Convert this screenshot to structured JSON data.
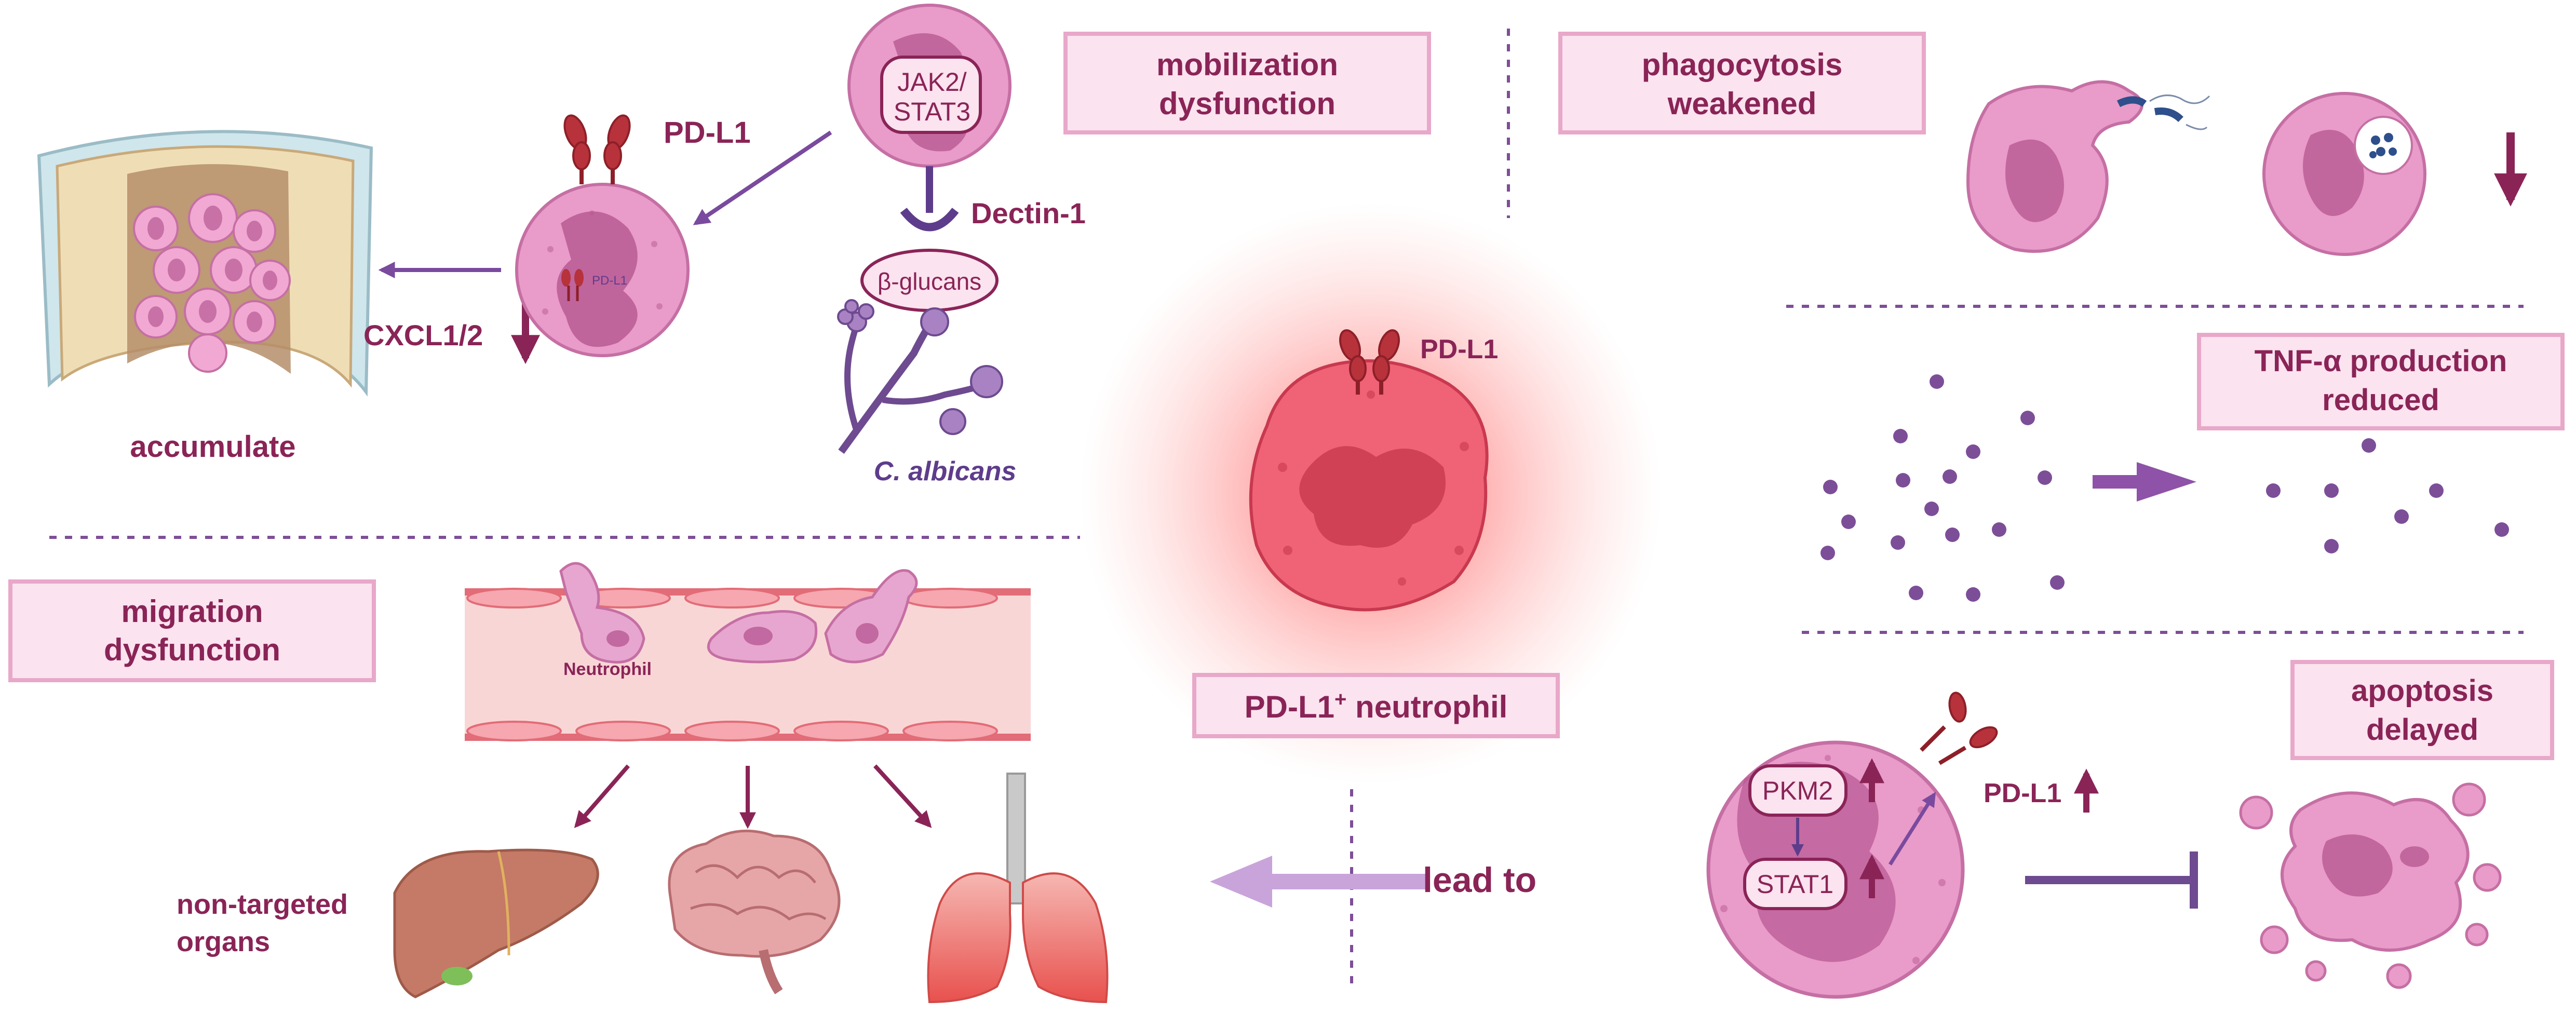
{
  "colors": {
    "text_primary": "#8A2457",
    "text_purple": "#5E3C8C",
    "cell_fill": "#E99BC9",
    "cell_stroke": "#C56FA4",
    "nucleus": "#B85A94",
    "label_bg": "#FBE3EF",
    "label_border": "#E8A8C9",
    "receptor": "#B7323B",
    "arrow_purple": "#7A4A9E",
    "arrow_wine": "#8A2457",
    "cytokine": "#7D4E98",
    "vessel": "#F9D6D6",
    "vessel_wall": "#E26C77",
    "bone_outer": "#EFDDB6",
    "marrow": "#B58E6A",
    "cartilage": "#CFE6EC",
    "liver": "#C47A66",
    "brain": "#E6A6A8",
    "lung": "#EC7C78",
    "center_glow": "#FF5A5A"
  },
  "mobilization": {
    "label_line1": "mobilization",
    "label_line2": "dysfunction",
    "jak_label_line1": "JAK2/",
    "jak_label_line2": "STAT3",
    "pdl1_label": "PD-L1",
    "pdl1_inner_label": "PD-L1",
    "dectin_label": "Dectin-1",
    "glucans_label": "β-glucans",
    "cxcl_label": "CXCL1/2",
    "accumulate_label": "accumulate",
    "fungus_label": "C. albicans"
  },
  "center": {
    "pdl1_label": "PD-L1",
    "neutrophil_label": "PD-L1",
    "neutrophil_sup": "+",
    "neutrophil_suffix": " neutrophil",
    "lead_to_label": "lead to"
  },
  "phagocytosis": {
    "label_line1": "phagocytosis",
    "label_line2": "weakened"
  },
  "tnf": {
    "label_line1": "TNF-α production",
    "label_line2": "reduced"
  },
  "apoptosis": {
    "label_line1": "apoptosis",
    "label_line2": "delayed",
    "pkm2_label": "PKM2",
    "stat1_label": "STAT1",
    "pdl1_label": "PD-L1"
  },
  "migration": {
    "label_line1": "migration",
    "label_line2": "dysfunction",
    "neutrophil_label": "Neutrophil",
    "organs_label_line1": "non-targeted",
    "organs_label_line2": "organs"
  }
}
